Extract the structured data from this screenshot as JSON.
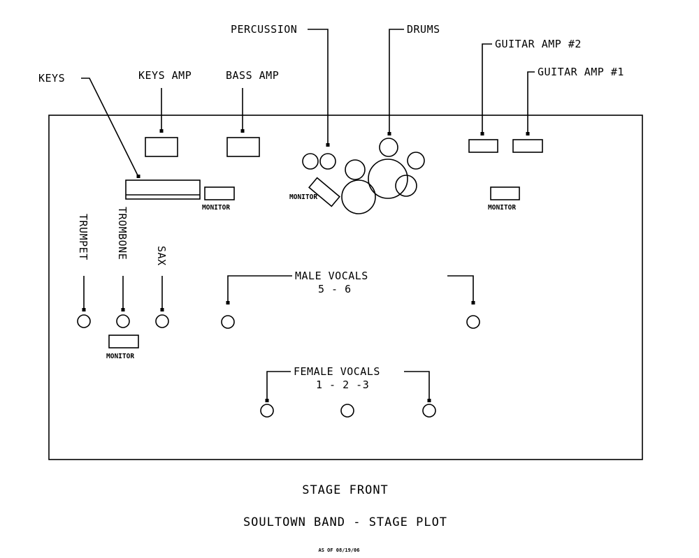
{
  "labels": {
    "keys": "KEYS",
    "keys_amp": "KEYS AMP",
    "bass_amp": "BASS AMP",
    "percussion": "PERCUSSION",
    "drums": "DRUMS",
    "guitar_amp_2": "GUITAR AMP #2",
    "guitar_amp_1": "GUITAR AMP #1",
    "monitor": "MONITOR",
    "trumpet": "TRUMPET",
    "trombone": "TROMBONE",
    "sax": "SAX",
    "male_vocals": "MALE VOCALS",
    "male_vocals_nums": "5 - 6",
    "female_vocals": "FEMALE VOCALS",
    "female_vocals_nums": "1 - 2 -3"
  },
  "footer": {
    "stage_front": "STAGE FRONT",
    "title": "SOULTOWN BAND - STAGE PLOT",
    "date": "AS OF 08/19/06"
  }
}
